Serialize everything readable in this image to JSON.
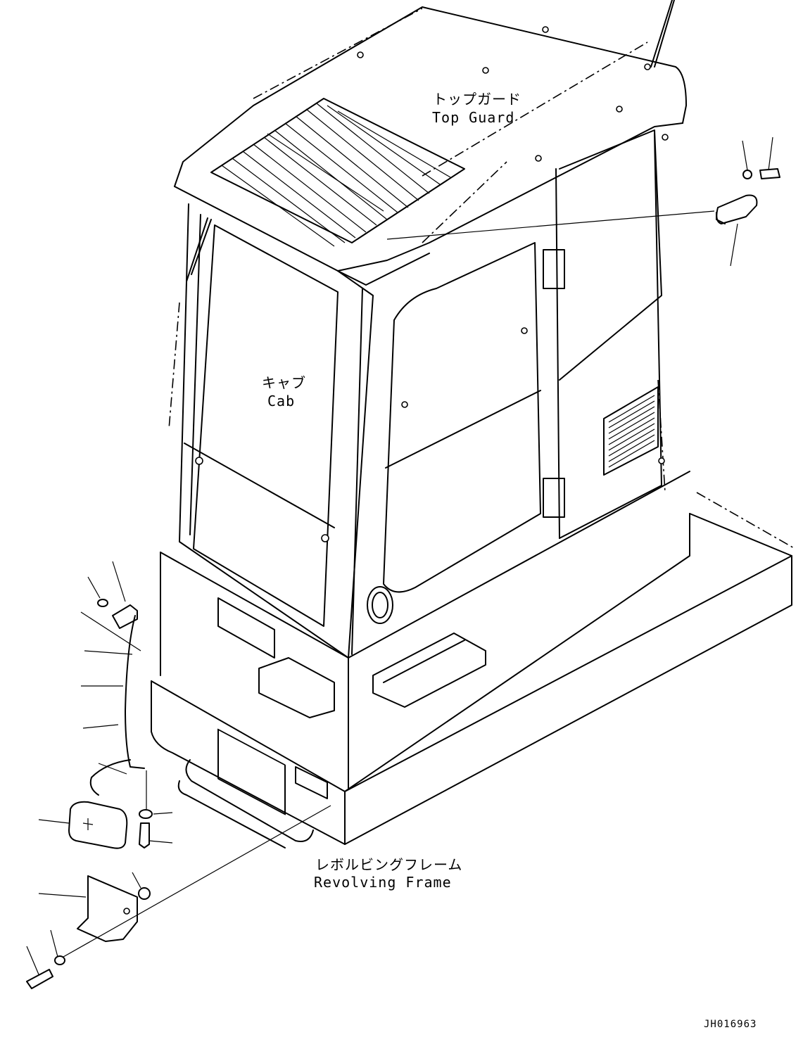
{
  "labels": {
    "top_guard_jp": "トップガード",
    "top_guard_en": "Top Guard",
    "cab_jp": "キャブ",
    "cab_en": "Cab",
    "revolving_frame_jp": "レボルビングフレーム",
    "revolving_frame_en": "Revolving Frame"
  },
  "drawing_code": "JH016963"
}
